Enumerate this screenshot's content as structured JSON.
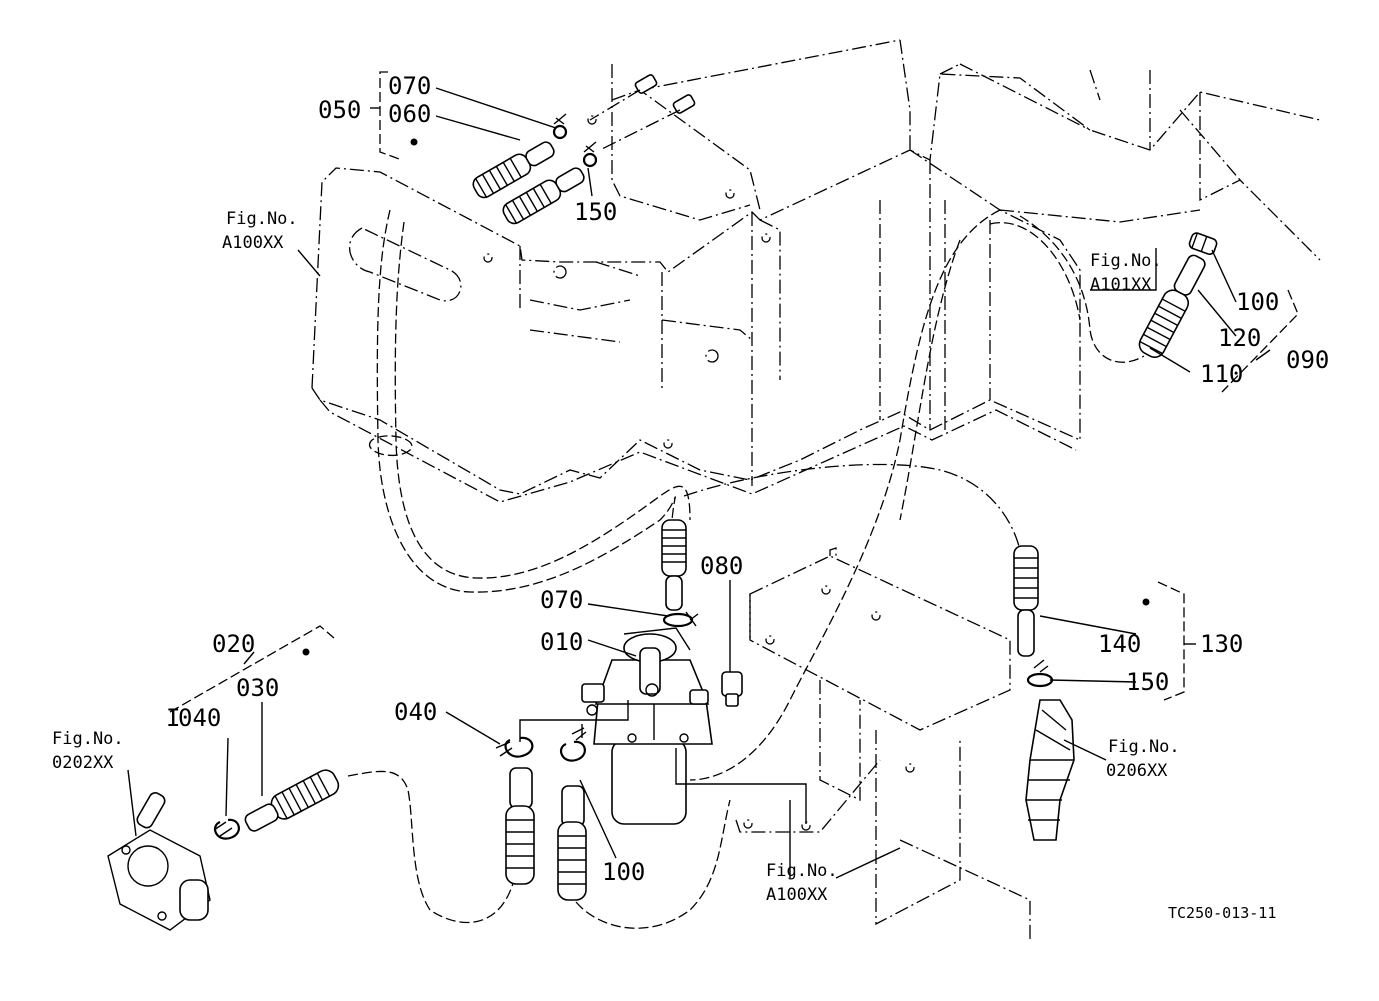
{
  "diagram": {
    "part_labels": {
      "p010": "010",
      "p020": "020",
      "p030": "030",
      "p040": "040",
      "p050": "050",
      "p060": "060",
      "p070_top": "070",
      "p070_mid": "070",
      "p080": "080",
      "p090": "090",
      "p100_right": "100",
      "p100_bottom": "100",
      "p110": "110",
      "p120": "120",
      "p130": "130",
      "p140": "140",
      "p150_top": "150",
      "p150_right": "150"
    },
    "figure_refs": {
      "ref_a100_top": {
        "prefix": "Fig.No.",
        "code": "A100XX"
      },
      "ref_a101": {
        "prefix": "Fig.No.",
        "code": "A101XX"
      },
      "ref_0202": {
        "prefix": "Fig.No.",
        "code": "0202XX"
      },
      "ref_0206": {
        "prefix": "Fig.No.",
        "code": "0206XX"
      },
      "ref_a100_bottom": {
        "prefix": "Fig.No.",
        "code": "A100XX"
      }
    },
    "drawing_code": "TC250-013-11"
  }
}
